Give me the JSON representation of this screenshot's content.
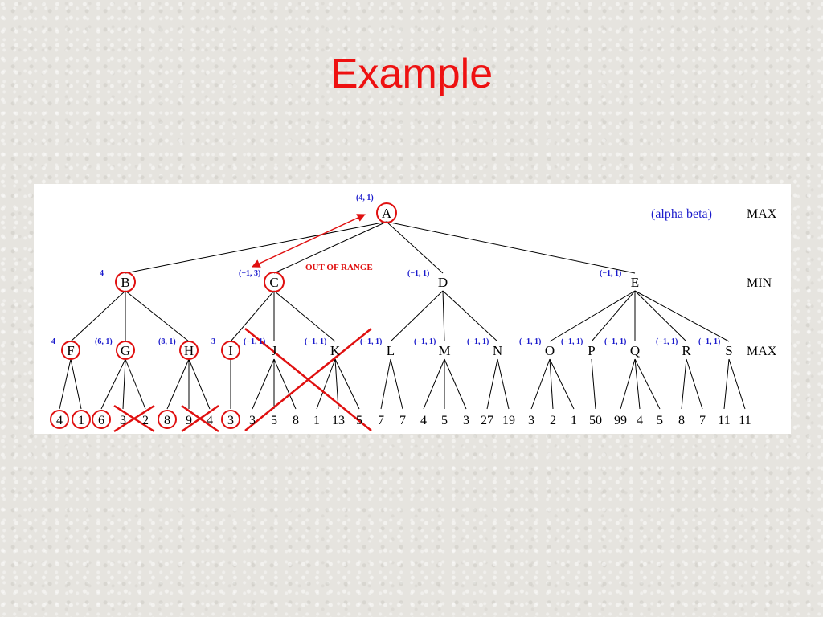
{
  "title": "Example",
  "legend": "(alpha beta)",
  "out_of_range": "OUT OF RANGE",
  "levels": [
    {
      "id": "max-top",
      "label": "MAX"
    },
    {
      "id": "min",
      "label": "MIN"
    },
    {
      "id": "max-bottom",
      "label": "MAX"
    }
  ],
  "root": {
    "id": "A",
    "label": "A",
    "ab": "(4, 1)",
    "circled": true
  },
  "level1": [
    {
      "id": "B",
      "label": "B",
      "ab": "4",
      "circled": true
    },
    {
      "id": "C",
      "label": "C",
      "ab": "(−1, 3)",
      "circled": true
    },
    {
      "id": "D",
      "label": "D",
      "ab": "(−1, 1)",
      "circled": false
    },
    {
      "id": "E",
      "label": "E",
      "ab": "(−1, 1)",
      "circled": false
    }
  ],
  "level2": [
    {
      "id": "F",
      "label": "F",
      "parent": "B",
      "ab": "4",
      "circled": true
    },
    {
      "id": "G",
      "label": "G",
      "parent": "B",
      "ab": "(6, 1)",
      "circled": true
    },
    {
      "id": "H",
      "label": "H",
      "parent": "B",
      "ab": "(8, 1)",
      "circled": true
    },
    {
      "id": "I",
      "label": "I",
      "parent": "C",
      "ab": "3",
      "circled": true
    },
    {
      "id": "J",
      "label": "J",
      "parent": "C",
      "ab": "(−1, 1)",
      "circled": false
    },
    {
      "id": "K",
      "label": "K",
      "parent": "C",
      "ab": "(−1, 1)",
      "circled": false
    },
    {
      "id": "L",
      "label": "L",
      "parent": "D",
      "ab": "(−1, 1)",
      "circled": false
    },
    {
      "id": "M",
      "label": "M",
      "parent": "D",
      "ab": "(−1, 1)",
      "circled": false
    },
    {
      "id": "N",
      "label": "N",
      "parent": "D",
      "ab": "(−1, 1)",
      "circled": false
    },
    {
      "id": "O",
      "label": "O",
      "parent": "E",
      "ab": "(−1, 1)",
      "circled": false
    },
    {
      "id": "P",
      "label": "P",
      "parent": "E",
      "ab": "(−1, 1)",
      "circled": false
    },
    {
      "id": "Q",
      "label": "Q",
      "parent": "E",
      "ab": "(−1, 1)",
      "circled": false
    },
    {
      "id": "R",
      "label": "R",
      "parent": "E",
      "ab": "(−1, 1)",
      "circled": false
    },
    {
      "id": "S",
      "label": "S",
      "parent": "E",
      "ab": "(−1, 1)",
      "circled": false
    }
  ],
  "leaves": [
    {
      "value": "4",
      "parent": "F",
      "circled": true
    },
    {
      "value": "1",
      "parent": "F",
      "circled": true
    },
    {
      "value": "6",
      "parent": "G",
      "circled": true
    },
    {
      "value": "3",
      "parent": "G",
      "circled": false
    },
    {
      "value": "2",
      "parent": "G",
      "circled": false
    },
    {
      "value": "8",
      "parent": "H",
      "circled": true
    },
    {
      "value": "9",
      "parent": "H",
      "circled": false
    },
    {
      "value": "4",
      "parent": "H",
      "circled": false
    },
    {
      "value": "3",
      "parent": "I",
      "circled": true
    },
    {
      "value": "3",
      "parent": "J",
      "circled": false
    },
    {
      "value": "5",
      "parent": "J",
      "circled": false
    },
    {
      "value": "8",
      "parent": "J",
      "circled": false
    },
    {
      "value": "1",
      "parent": "K",
      "circled": false
    },
    {
      "value": "13",
      "parent": "K",
      "circled": false
    },
    {
      "value": "5",
      "parent": "K",
      "circled": false
    },
    {
      "value": "7",
      "parent": "L",
      "circled": false
    },
    {
      "value": "7",
      "parent": "L",
      "circled": false
    },
    {
      "value": "4",
      "parent": "M",
      "circled": false
    },
    {
      "value": "5",
      "parent": "M",
      "circled": false
    },
    {
      "value": "3",
      "parent": "M",
      "circled": false
    },
    {
      "value": "27",
      "parent": "N",
      "circled": false
    },
    {
      "value": "19",
      "parent": "N",
      "circled": false
    },
    {
      "value": "3",
      "parent": "O",
      "circled": false
    },
    {
      "value": "2",
      "parent": "O",
      "circled": false
    },
    {
      "value": "1",
      "parent": "O",
      "circled": false
    },
    {
      "value": "50",
      "parent": "P",
      "circled": false
    },
    {
      "value": "99",
      "parent": "Q",
      "circled": false
    },
    {
      "value": "4",
      "parent": "Q",
      "circled": false
    },
    {
      "value": "5",
      "parent": "Q",
      "circled": false
    },
    {
      "value": "8",
      "parent": "R",
      "circled": false
    },
    {
      "value": "7",
      "parent": "R",
      "circled": false
    },
    {
      "value": "11",
      "parent": "S",
      "circled": false
    },
    {
      "value": "11",
      "parent": "S",
      "circled": false
    }
  ],
  "pruned": [
    "G-small-cross",
    "H-small-cross",
    "JK-big-cross"
  ]
}
